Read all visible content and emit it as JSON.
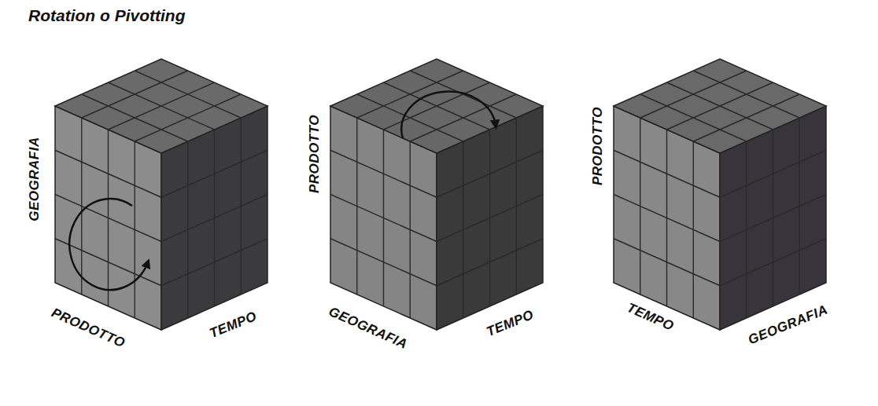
{
  "diagram": {
    "title": "Rotation o Pivotting",
    "labels": [
      "GEOGRAFIA",
      "PRODOTTO",
      "TEMPO",
      "PRODOTTO",
      "GEOGRAFIA",
      "TEMPO",
      "PRODOTTO",
      "TEMPO",
      "GEOGRAFIA"
    ]
  }
}
